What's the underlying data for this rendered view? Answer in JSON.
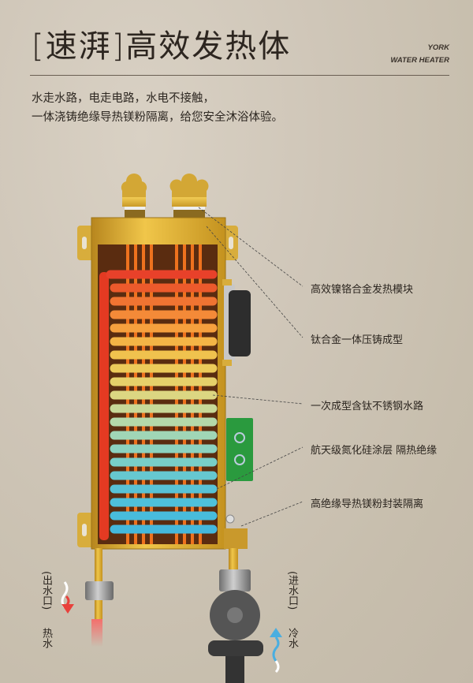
{
  "header": {
    "title": "[速湃]高效发热体",
    "brand_line1": "YORK",
    "brand_line2": "WATER HEATER"
  },
  "intro": {
    "line1": "水走水路，电走电路，水电不接触，",
    "line2": "一体浇铸绝缘导热镁粉隔离，给您安全沐浴体验。"
  },
  "callouts": [
    {
      "label": "高效镍铬合金发热模块"
    },
    {
      "label": "钛合金一体压铸成型"
    },
    {
      "label": "一次成型含钛不锈钢水路"
    },
    {
      "label": "航天级氮化硅涂层 隔热绝缘"
    },
    {
      "label": "高绝缘导热镁粉封装隔离"
    }
  ],
  "outlet": {
    "port_label": "(出水口)",
    "water_label": "热水",
    "arrow_color": "#e8413c"
  },
  "inlet": {
    "port_label": "(进水口)",
    "water_label": "冷水",
    "arrow_color": "#4aaee0"
  },
  "colors": {
    "gold": "#d9a832",
    "hot": "#e8412a",
    "cold": "#4ec3d8"
  }
}
